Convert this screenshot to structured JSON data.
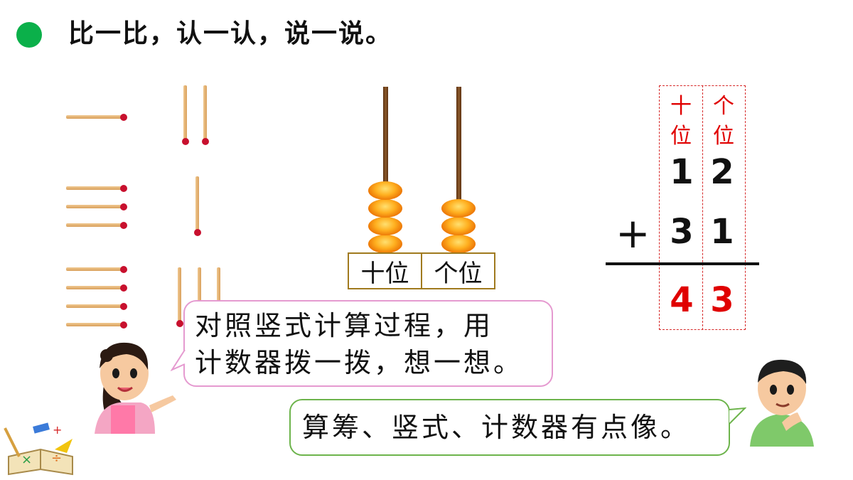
{
  "header": {
    "title": "比一比，认一认，说一说。",
    "dot_color": "#0bb04a"
  },
  "abacus": {
    "tens_label": "十位",
    "ones_label": "个位",
    "tens_beads": 4,
    "ones_beads": 3
  },
  "vertical_calc": {
    "tens_header": [
      "十",
      "位"
    ],
    "ones_header": [
      "个",
      "位"
    ],
    "row1": [
      "1",
      "2"
    ],
    "operator": "+",
    "row2": [
      "3",
      "1"
    ],
    "result": [
      "4",
      "3"
    ],
    "header_color": "#e00000"
  },
  "speech": {
    "girl_line1": "对照竖式计算过程，用",
    "girl_line2": "计数器拨一拨，想一想。",
    "boy": "算筹、竖式、计数器有点像。"
  },
  "icons": [
    "girl-character-icon",
    "boy-character-icon",
    "math-book-icon"
  ]
}
